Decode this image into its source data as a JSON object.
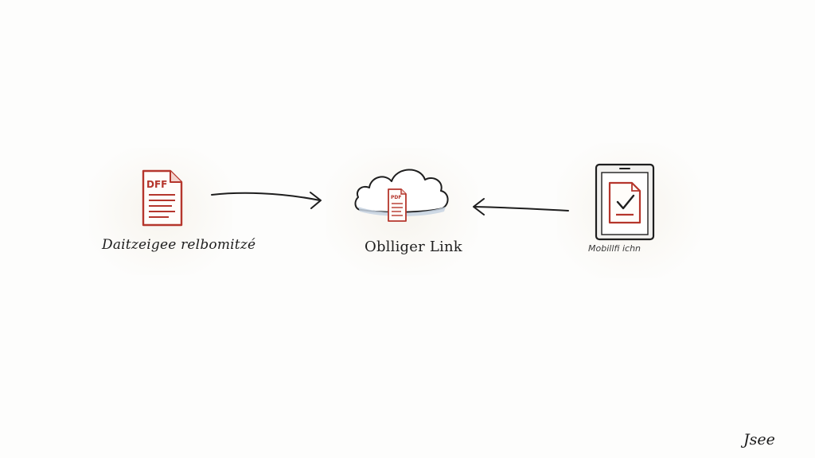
{
  "nodes": {
    "pdf": {
      "icon": "pdf-document-icon",
      "badge": "DFF",
      "label": "Daitzeigee relbomitzé"
    },
    "cloud": {
      "icon": "cloud-document-icon",
      "badge": "PDF",
      "label": "Oblliger Link"
    },
    "mobile": {
      "icon": "tablet-checkmark-icon",
      "label": "Mobillfi ichn"
    }
  },
  "signature": "Jsee",
  "colors": {
    "ink": "#1e1e1e",
    "accent_red": "#b5362c",
    "cloud_shadow": "#c7d4e2",
    "background": "#fdfdfc"
  }
}
